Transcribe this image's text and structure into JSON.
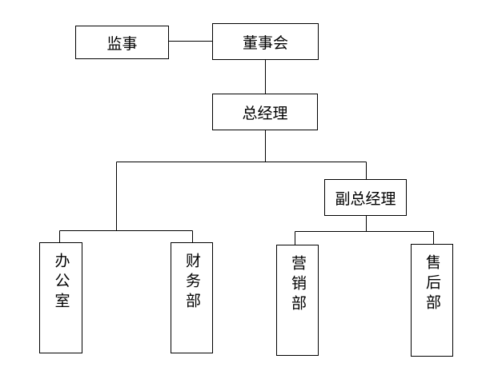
{
  "org_chart": {
    "supervisor": "监事",
    "board": "董事会",
    "general_manager": "总经理",
    "deputy_general_manager": "副总经理",
    "departments": {
      "office": "办公室",
      "finance": "财务部",
      "sales": "营销部",
      "after_sales": "售后部"
    }
  }
}
